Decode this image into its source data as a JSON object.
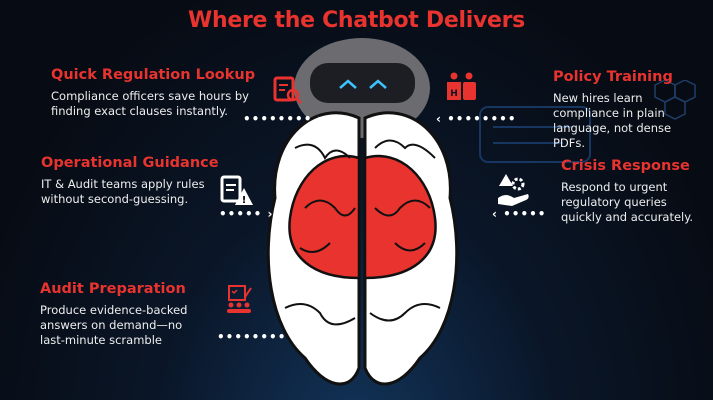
{
  "title": "Where the Chatbot Delivers",
  "colors": {
    "accent": "#e8332f",
    "background": "#070b13"
  },
  "left_items": [
    {
      "heading": "Quick Regulation Lookup",
      "text": "Compliance officers save hours by finding exact clauses instantly.",
      "icon": "clipboard-search-icon"
    },
    {
      "heading": "Operational Guidance",
      "text": "IT & Audit teams apply rules without second-guessing.",
      "icon": "document-warning-icon"
    },
    {
      "heading": "Audit Preparation",
      "text": "Produce evidence-backed answers on demand—no last-minute scramble",
      "icon": "checklist-team-icon"
    }
  ],
  "right_items": [
    {
      "heading": "Policy Training",
      "text": "New hires learn compliance in plain language, not dense PDFs.",
      "icon": "training-people-icon"
    },
    {
      "heading": "Crisis Response",
      "text": "Respond to urgent regulatory queries quickly and accurately.",
      "icon": "hand-alert-gear-icon"
    }
  ]
}
